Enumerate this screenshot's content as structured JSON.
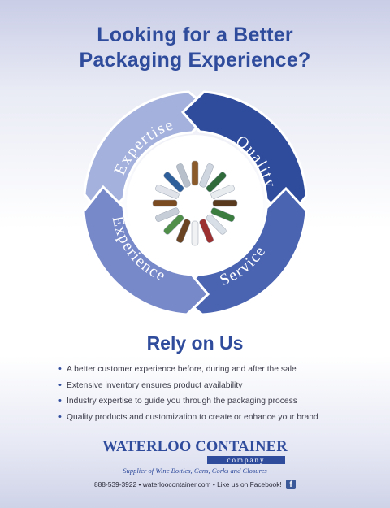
{
  "headline": {
    "line1": "Looking for a Better",
    "line2": "Packaging Experience?"
  },
  "wheel": {
    "segments": [
      {
        "label": "Expertise",
        "color": "#a4b1dc"
      },
      {
        "label": "Quality",
        "color": "#2f4b9c"
      },
      {
        "label": "Service",
        "color": "#4a64b2"
      },
      {
        "label": "Experience",
        "color": "#7889c9"
      }
    ]
  },
  "rely": {
    "heading": "Rely on Us"
  },
  "bullets": [
    "A better customer experience before, during and after the sale",
    "Extensive inventory ensures product availability",
    "Industry expertise to guide you through the packaging process",
    "Quality products and customization to create or enhance your brand"
  ],
  "brand": {
    "name": "WATERLOO CONTAINER",
    "company": "company",
    "tagline": "Supplier of Wine Bottles, Cans, Corks and Closures"
  },
  "contact": {
    "phone": "888-539-3922",
    "website": "waterloocontainer.com",
    "facebook": "Like us on Facebook!",
    "separator": "•"
  },
  "colors": {
    "brand_blue": "#2f4b9c",
    "text": "#3c3c4a"
  }
}
